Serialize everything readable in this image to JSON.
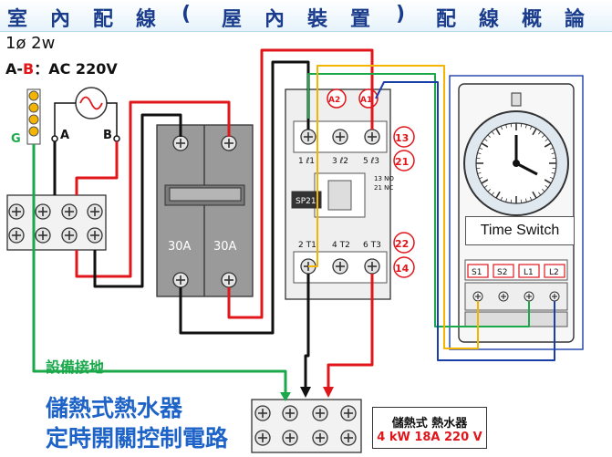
{
  "header": {
    "chars": [
      "室",
      "內",
      "配",
      "線",
      "(",
      "屋",
      "內",
      "裝",
      "置",
      ")",
      "配",
      "線",
      "概",
      "論"
    ]
  },
  "supply": {
    "phase": "1ø 2w",
    "prefix": "A-",
    "b": "B",
    "suffix": "：AC 220V",
    "a_terminal": "A",
    "b_terminal": "B",
    "ground": "G"
  },
  "breaker": {
    "left_rating": "30A",
    "right_rating": "30A"
  },
  "contactor": {
    "coil_a1": "A1",
    "coil_a2": "A2",
    "model": "SP21",
    "terminal_1": "1 ℓ1",
    "terminal_3": "3 ℓ2",
    "terminal_5": "5 ℓ3",
    "terminal_2": "2 T1",
    "terminal_4": "4 T2",
    "terminal_6": "6 T3",
    "aux_13": "13",
    "aux_21": "21",
    "aux_22": "22",
    "aux_14": "14",
    "aux_13_no": "13 NO",
    "aux_21_nc": "21 NC"
  },
  "time_switch": {
    "label": "Time Switch",
    "terminals": [
      "S1",
      "S2",
      "L1",
      "L2"
    ]
  },
  "labels": {
    "equipment_ground": "設備接地",
    "title_line1": "儲熱式熱水器",
    "title_line2": "定時開關控制電路"
  },
  "heater": {
    "name": "儲熱式 熱水器",
    "spec": "4 kW 18A 220 V"
  },
  "colors": {
    "header_text": "#1a3c8c",
    "title": "#1e64c8",
    "wire_red": "#e0161b",
    "wire_black": "#111111",
    "wire_green": "#1aa84a",
    "wire_yellow": "#f4b400",
    "wire_blue": "#1b3fa8",
    "ground_label": "#1aa84a",
    "number_circle": "#e0161b"
  }
}
